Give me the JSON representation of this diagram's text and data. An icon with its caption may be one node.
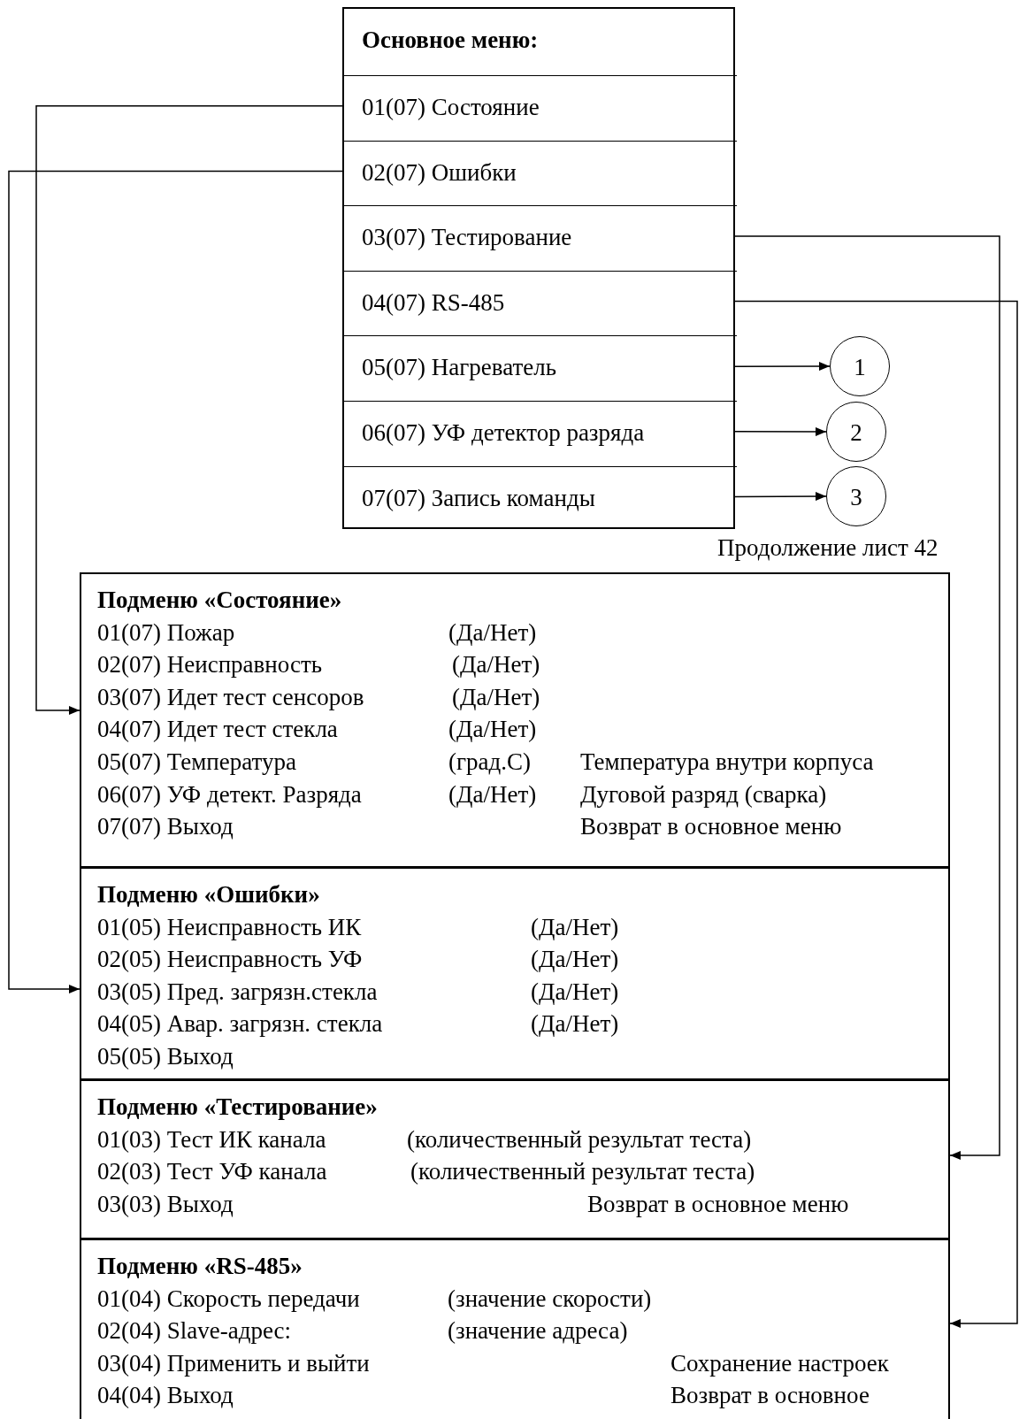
{
  "diagram": {
    "nodes": [
      {
        "text": [
          "Основное меню:"
        ]
      },
      {
        "text": [
          "01(07) Состояние"
        ],
        "in": 0
      },
      {
        "text": [
          "02(07) Ошибки"
        ],
        "in": 0
      },
      {
        "text": [
          "03(07) Тестирование"
        ],
        "in": 0
      },
      {
        "text": [
          "04(07) RS-485"
        ],
        "in": 0
      },
      {
        "text": [
          "05(07) Нагреватель"
        ],
        "in": 0
      },
      {
        "text": [
          "06(07) УФ детектор разряда"
        ],
        "in": 0
      },
      {
        "text": [
          "07(07) Запись команды"
        ],
        "in": 0
      },
      {
        "text": [
          "1"
        ]
      },
      {
        "text": [
          "2"
        ]
      },
      {
        "text": [
          "3"
        ]
      },
      {
        "text": [
          "Подменю «Состояние»",
          "01(07) Пожар",
          "(Да/Нет)",
          "02(07) Неисправность",
          "(Да/Нет)",
          "03(07) Идет тест сенсоров",
          "(Да/Нет)",
          "04(07) Идет тест стекла",
          "(Да/Нет)",
          "05(07) Температура",
          "(град.С)",
          "Температура внутри корпуса",
          "06(07) УФ детект. Разряда",
          "(Да/Нет)",
          "Дуговой разряд (сварка)",
          "07(07) Выход",
          "Возврат в основное меню"
        ]
      },
      {
        "text": [
          "Подменю «Ошибки»",
          "01(05) Неисправность ИК",
          "(Да/Нет)",
          "02(05) Неисправность УФ",
          "(Да/Нет)",
          "03(05) Пред. загрязн.стекла",
          "(Да/Нет)",
          "04(05) Авар. загрязн. стекла",
          "(Да/Нет)",
          "05(05) Выход"
        ]
      },
      {
        "text": [
          "Подменю «Тестирование»",
          "01(03) Тест ИК канала",
          "(количественный результат теста)",
          "02(03) Тест УФ канала",
          "(количественный результат теста)",
          "03(03) Выход",
          "Возврат в основное меню"
        ]
      },
      {
        "text": [
          "Подменю «RS-485»",
          "01(04) Скорость передачи",
          "(значение скорости)",
          "02(04) Slave-адрес:",
          "(значение адреса)",
          "03(04) Применить и выйти",
          "Сохранение настроек",
          "04(04) Выход",
          "Возврат в основное"
        ]
      }
    ],
    "edges": [
      {
        "from": 1,
        "to": 11,
        "arrow": "to"
      },
      {
        "from": 2,
        "to": 12,
        "arrow": "to"
      },
      {
        "from": 3,
        "to": 13,
        "arrow": "to"
      },
      {
        "from": 4,
        "to": 14,
        "arrow": "to"
      },
      {
        "from": 5,
        "to": 8,
        "arrow": "to"
      },
      {
        "from": 6,
        "to": 9,
        "arrow": "to"
      },
      {
        "from": 7,
        "to": 10,
        "arrow": "to"
      }
    ],
    "labels": [
      "Продолжение лист 42"
    ]
  }
}
